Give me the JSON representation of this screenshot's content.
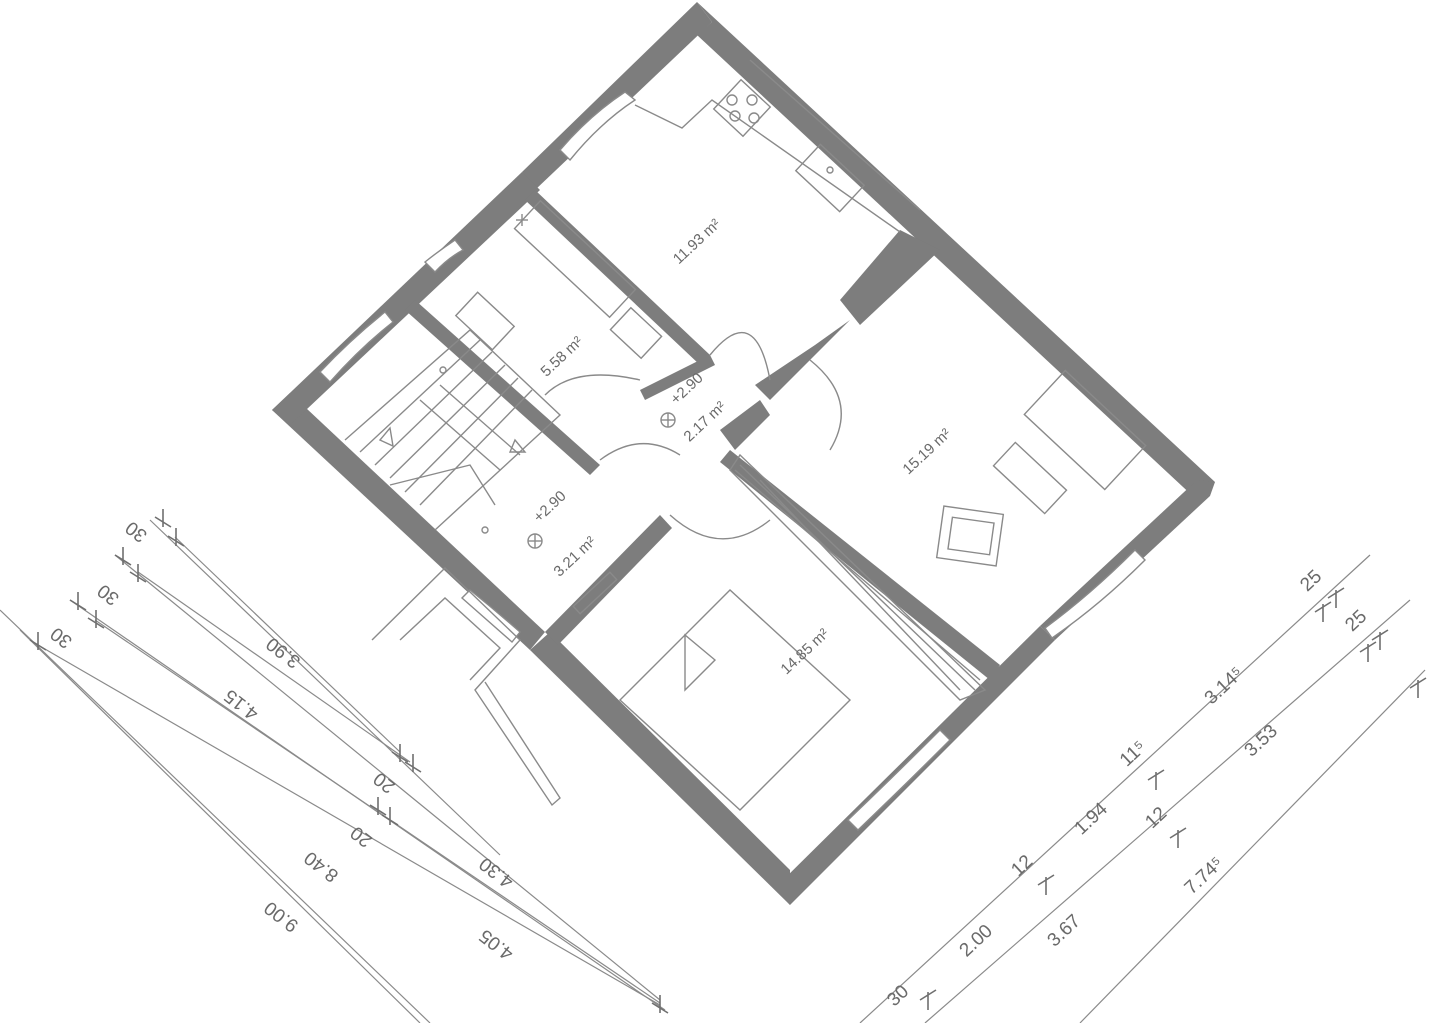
{
  "rooms": {
    "kitchen_area": "11.93 m²",
    "bath_area": "5.58 m²",
    "hall_area": "2.17 m²",
    "stair_landing_area": "3.21 m²",
    "living_area": "15.19 m²",
    "bedroom_area": "14.85 m²"
  },
  "levels": {
    "hall_level": "+2.90",
    "landing_level": "+2.90"
  },
  "dimensions_left": {
    "outer_total": "9.00",
    "second_total": "8.40",
    "part_a": "4.15",
    "part_b": "4.05",
    "part_c": "3.90",
    "part_d": "4.30",
    "end_30_a": "30",
    "end_30_b": "30",
    "end_30_c": "30",
    "end_20_a": "20",
    "end_20_b": "20"
  },
  "dimensions_right": {
    "seg_200": "2.00",
    "seg_194": "1.94",
    "seg_3145": "3.14⁵",
    "seg_367": "3.67",
    "seg_353": "3.53",
    "total_7745": "7.74⁵",
    "end_30": "30",
    "mark_12_a": "12",
    "mark_12_b": "12",
    "mark_115": "11⁵",
    "end_25_a": "25",
    "end_25_b": "25"
  }
}
